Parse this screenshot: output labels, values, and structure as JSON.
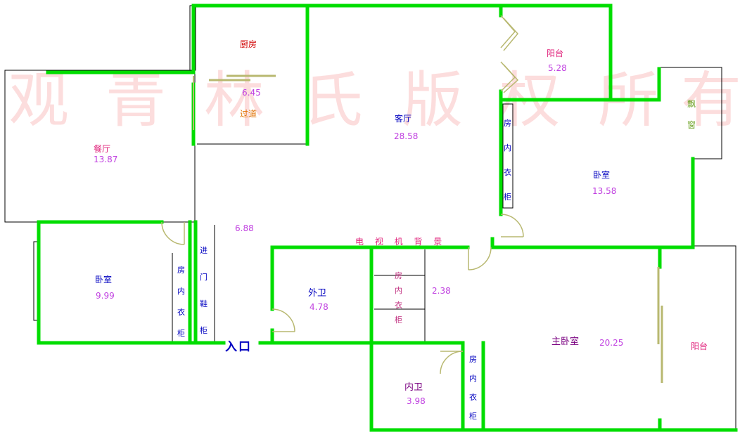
{
  "colors": {
    "wall": "#00dd00",
    "line": "#000000",
    "fixture": "#b8b870",
    "watermark": "#fbd0d0"
  },
  "watermark": {
    "chars": [
      "观",
      "青",
      "林",
      "氏",
      "版",
      "权",
      "所",
      "有"
    ]
  },
  "rooms": {
    "kitchen": {
      "name": "厨房",
      "area": "6.45"
    },
    "corridor_short": {
      "name": "过道"
    },
    "living": {
      "name": "客厅",
      "area": "28.58"
    },
    "balcony_n": {
      "name": "阳台",
      "area": "5.28"
    },
    "bay_window": {
      "name": "飘\n窗"
    },
    "dining": {
      "name": "餐厅",
      "area": "13.87"
    },
    "bedroom_e": {
      "name": "卧室",
      "area": "13.58"
    },
    "closet_e": {
      "name": "房\n内\n衣\n柜"
    },
    "hall": {
      "area": "6.88"
    },
    "tv_wall": {
      "name": "电 视 机 背 景"
    },
    "bedroom_w": {
      "name": "卧室",
      "area": "9.99"
    },
    "closet_w": {
      "name": "房\n内\n衣\n柜"
    },
    "shoe_cabinet": {
      "name": "进\n门\n鞋\n柜"
    },
    "bath_outer": {
      "name": "外卫",
      "area": "4.78"
    },
    "closet_mid": {
      "name": "房\n内\n衣\n柜"
    },
    "corridor_area": {
      "area": "2.38"
    },
    "master": {
      "name": "主卧室",
      "area": "20.25"
    },
    "balcony_s": {
      "name": "阳台"
    },
    "bath_inner": {
      "name": "内卫",
      "area": "3.98"
    },
    "closet_master": {
      "name": "房\n内\n衣\n柜"
    },
    "entrance": {
      "name": "入口"
    }
  }
}
